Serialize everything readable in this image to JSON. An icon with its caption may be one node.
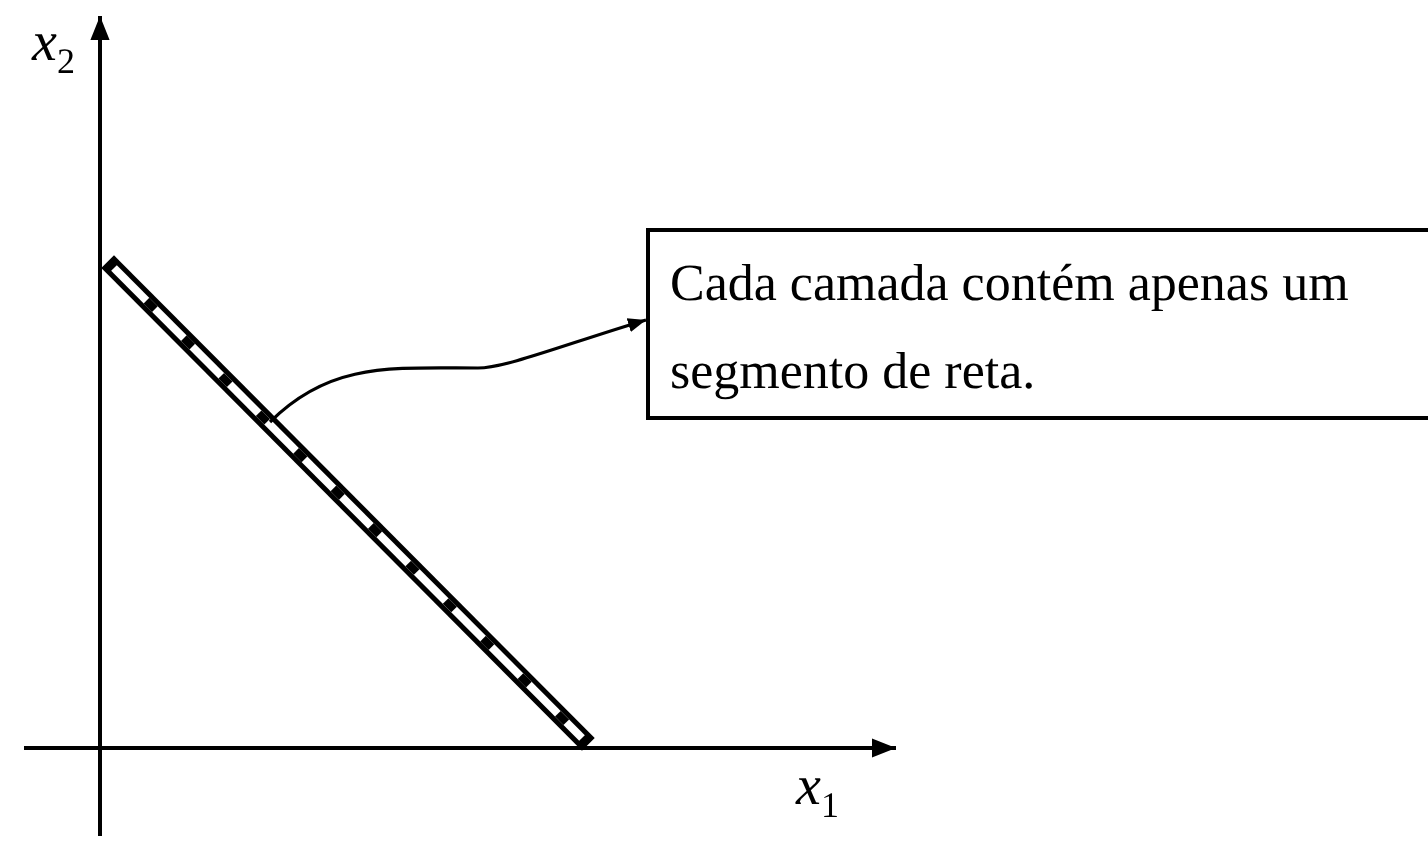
{
  "diagram": {
    "nodes": [
      {
        "text": [],
        "shape": "bar"
      },
      {
        "text": [
          "Cada camada contém apenas um segmento de reta."
        ]
      }
    ],
    "edges": [
      {
        "from": 0,
        "to": 1,
        "arrow": "to"
      }
    ],
    "labels": [
      "*x*$_{2}$",
      "*x*$_{1}$"
    ]
  }
}
